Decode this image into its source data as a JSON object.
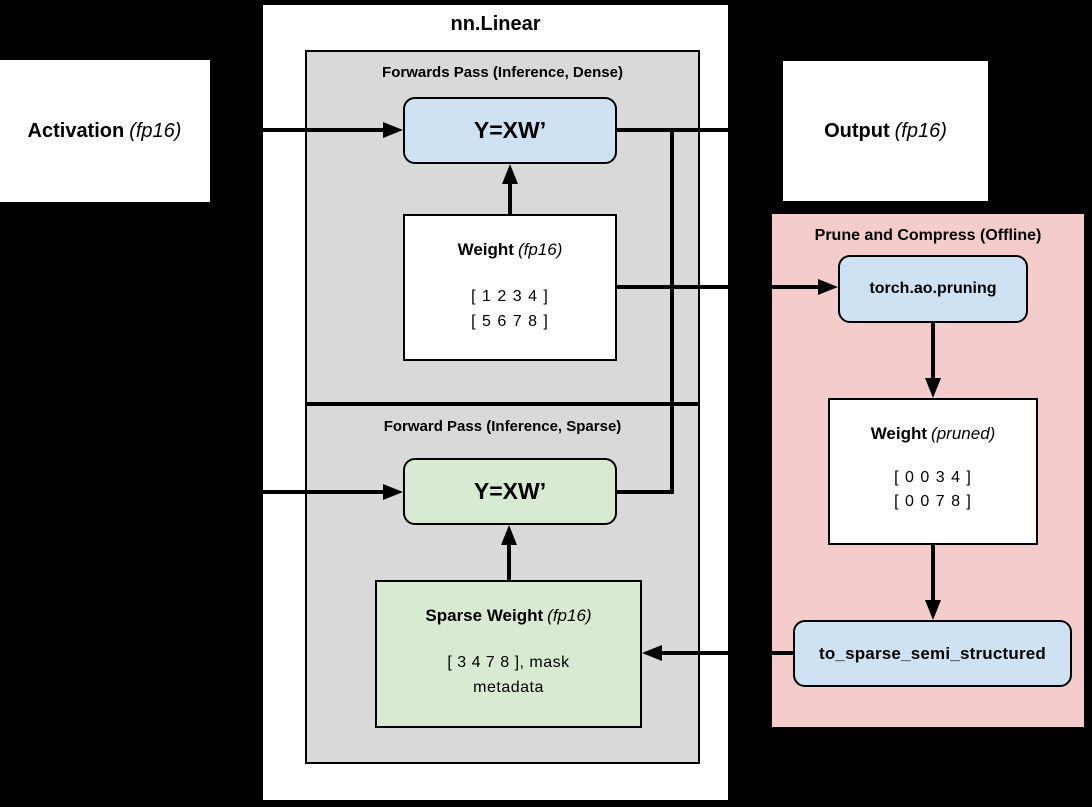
{
  "colors": {
    "background": "#000000",
    "panel": "#ffffff",
    "section_gray": "#d9d9d9",
    "node_blue": "#cfe2f3",
    "node_green": "#d9ead3",
    "panel_pink": "#f4cccc",
    "line": "#000000"
  },
  "activation": {
    "name": "Activation",
    "type": "(fp16)"
  },
  "output": {
    "name": "Output",
    "type": "(fp16)"
  },
  "linear_panel": {
    "title": "nn.Linear",
    "dense_section": {
      "title": "Forwards Pass (Inference, Dense)",
      "matmul_label": "Y=XW’",
      "weight": {
        "name": "Weight",
        "type": "(fp16)",
        "rows": [
          "[ 1 2 3 4 ]",
          "[ 5 6 7 8 ]"
        ]
      }
    },
    "sparse_section": {
      "title": "Forward Pass (Inference, Sparse)",
      "matmul_label": "Y=XW’",
      "weight": {
        "name": "Sparse Weight",
        "type": "(fp16)",
        "rows": [
          "[ 3 4 7 8 ], mask",
          "metadata"
        ]
      }
    }
  },
  "prune_panel": {
    "title": "Prune and Compress (Offline)",
    "pruning_node": "torch.ao.pruning",
    "pruned_weight": {
      "name": "Weight",
      "type": "(pruned)",
      "rows": [
        "[ 0 0 3 4 ]",
        "[ 0 0 7 8 ]"
      ]
    },
    "compress_node": "to_sparse_semi_structured"
  }
}
